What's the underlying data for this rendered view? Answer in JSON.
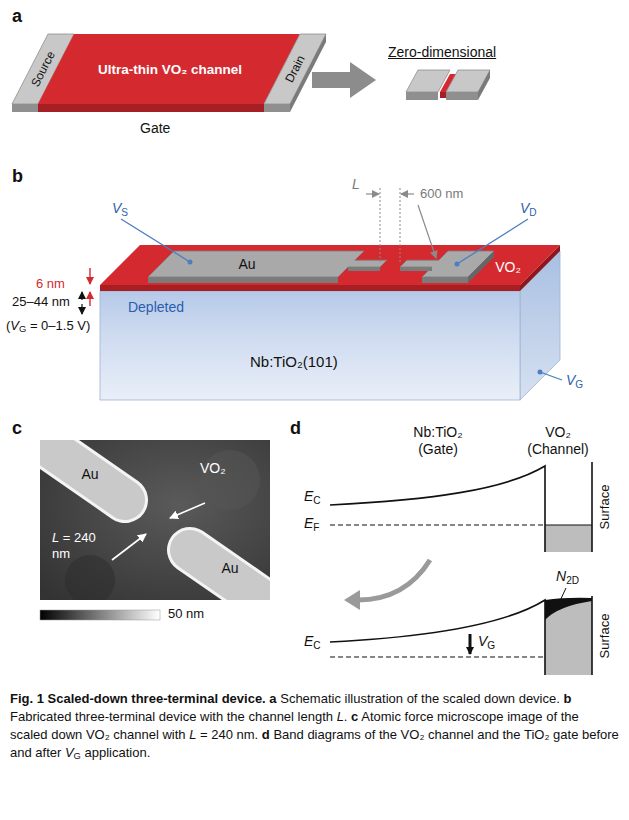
{
  "diagram": {
    "caption": "Fig. 1 Scaled-down three-terminal device. a Schematic illustration of the scaled down device. b Fabricated three-terminal device with the channel length L. c Atomic force microscope image of the scaled down VO₂ channel with L = 240 nm. d Band diagrams of the VO₂ channel and the TiO₂ gate before and after VG application.",
    "nodes": [
      {
        "text": [
          "Source"
        ]
      },
      {
        "text": [
          "Ultra-thin VO₂ channel"
        ]
      },
      {
        "text": [
          "Drain"
        ]
      },
      {
        "text": [
          "Nb:TiO₂(101)"
        ]
      },
      {
        "text": [
          "Depleted"
        ],
        "in": 3
      },
      {
        "text": [
          "VO₂"
        ]
      },
      {
        "text": [
          "Au"
        ]
      },
      {
        "text": [
          "VO₂"
        ]
      },
      {
        "text": [
          "Au"
        ],
        "in": 7
      },
      {
        "text": [
          "Au"
        ],
        "in": 7
      }
    ],
    "labels": [
      "a",
      "Gate",
      "Zero-dimensional",
      "b",
      "VS",
      "VD",
      "L",
      "600 nm",
      "6 nm",
      "25–44 nm",
      "(VG = 0–1.5 V)",
      "VG",
      "c",
      "L = 240 nm",
      "50 nm",
      "d",
      "Nb:TiO₂ (Gate)",
      "VO₂ (Channel)",
      "EC",
      "EF",
      "Surface",
      "EC",
      "VG",
      "N2D",
      "Surface"
    ]
  }
}
